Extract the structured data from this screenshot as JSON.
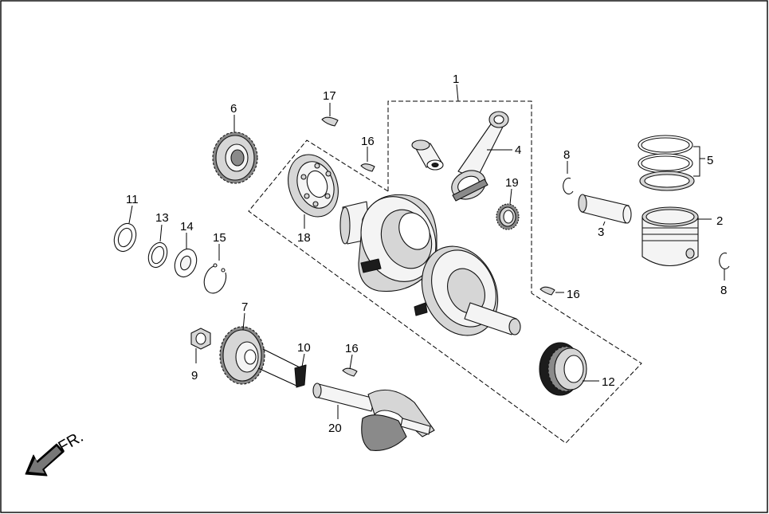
{
  "diagram": {
    "callouts": {
      "p1": "1",
      "p2": "2",
      "p3": "3",
      "p4": "4",
      "p5": "5",
      "p6": "6",
      "p7": "7",
      "p8a": "8",
      "p8b": "8",
      "p9": "9",
      "p10": "10",
      "p11": "11",
      "p12": "12",
      "p13": "13",
      "p14": "14",
      "p15": "15",
      "p16a": "16",
      "p16b": "16",
      "p16c": "16",
      "p17": "17",
      "p18": "18",
      "p19": "19",
      "p20": "20"
    },
    "direction_label": "FR."
  }
}
